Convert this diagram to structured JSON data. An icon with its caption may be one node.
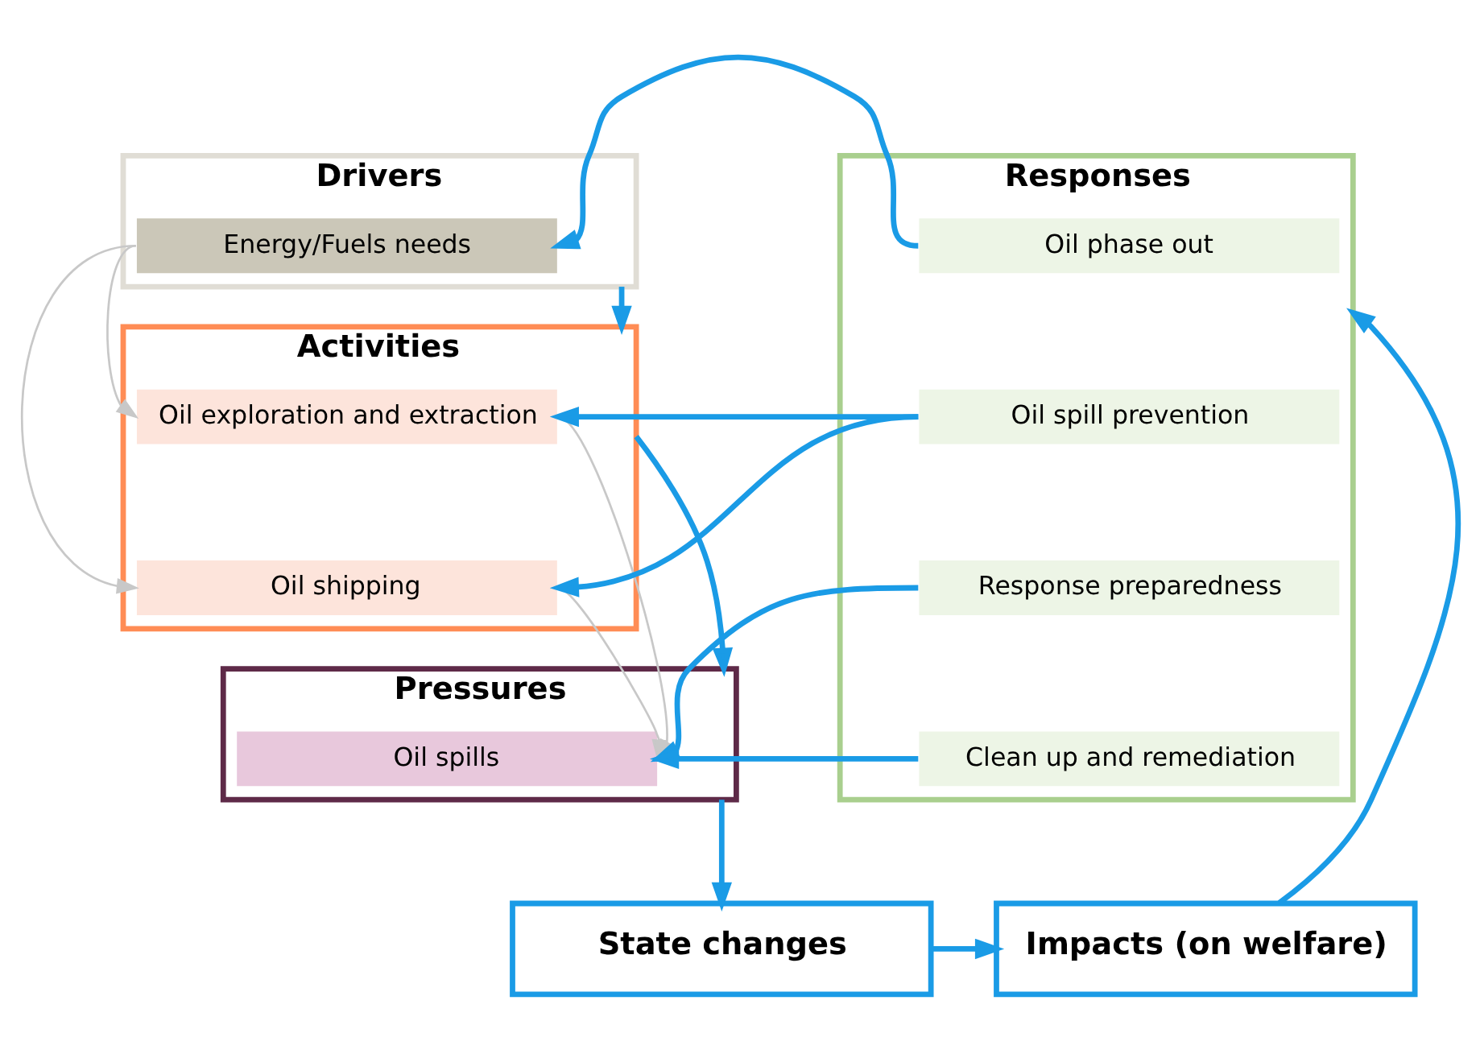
{
  "diagram": {
    "nodes": [
      {
        "text": [
          "Drivers"
        ]
      },
      {
        "text": [
          "Energy/Fuels needs"
        ],
        "in": 0
      },
      {
        "text": [
          "Activities"
        ]
      },
      {
        "text": [
          "Oil exploration and extraction"
        ],
        "in": 2
      },
      {
        "text": [
          "Oil shipping"
        ],
        "in": 2
      },
      {
        "text": [
          "Pressures"
        ]
      },
      {
        "text": [
          "Oil spills"
        ],
        "in": 5
      },
      {
        "text": [
          "Responses"
        ]
      },
      {
        "text": [
          "Oil phase out"
        ],
        "in": 7
      },
      {
        "text": [
          "Oil spill prevention"
        ],
        "in": 7
      },
      {
        "text": [
          "Response preparedness"
        ],
        "in": 7
      },
      {
        "text": [
          "Clean up and remediation"
        ],
        "in": 7
      },
      {
        "text": [
          "State changes"
        ]
      },
      {
        "text": [
          "Impacts (on welfare)"
        ]
      }
    ],
    "edges": [
      {
        "from": 0,
        "to": 2,
        "arrow": "to"
      },
      {
        "from": 2,
        "to": 5,
        "arrow": "to"
      },
      {
        "from": 5,
        "to": 12,
        "arrow": "to"
      },
      {
        "from": 12,
        "to": 13,
        "arrow": "to"
      },
      {
        "from": 13,
        "to": 7,
        "arrow": "to"
      },
      {
        "from": 8,
        "to": 1,
        "arrow": "to"
      },
      {
        "from": 9,
        "to": 3,
        "arrow": "to"
      },
      {
        "from": 9,
        "to": 4,
        "arrow": "to"
      },
      {
        "from": 10,
        "to": 6,
        "arrow": "to"
      },
      {
        "from": 11,
        "to": 6,
        "arrow": "to"
      },
      {
        "from": 1,
        "to": 3,
        "arrow": "to",
        "color": "#c8c8c8"
      },
      {
        "from": 1,
        "to": 4,
        "arrow": "to",
        "color": "#c8c8c8"
      },
      {
        "from": 3,
        "to": 6,
        "arrow": "to",
        "color": "#c8c8c8"
      },
      {
        "from": 4,
        "to": 6,
        "arrow": "to",
        "color": "#c8c8c8"
      }
    ]
  }
}
